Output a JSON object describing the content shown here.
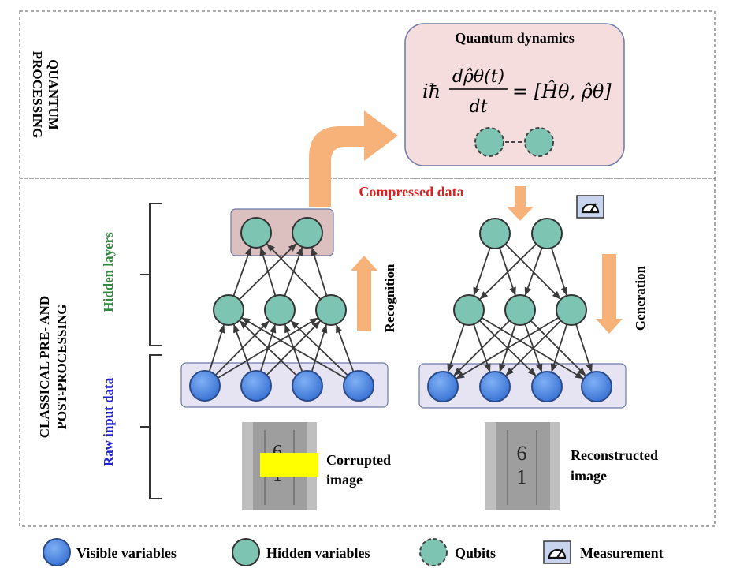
{
  "sections": {
    "quantum_line1": "QUANTUM",
    "quantum_line2": "PROCESSING",
    "classical_line1": "CLASSICAL PRE- AND",
    "classical_line2": "POST-PROCESSING"
  },
  "side_labels": {
    "hidden_layers": "Hidden layers",
    "raw_input": "Raw input data"
  },
  "quantum_box": {
    "title": "Quantum dynamics",
    "lhs_prefix": "iħ",
    "numerator": "dρ̂θ(t)",
    "denominator": "dt",
    "rhs": "= [Ĥθ, ρ̂θ]"
  },
  "labels": {
    "compressed": "Compressed data",
    "recognition": "Recognition",
    "generation": "Generation",
    "corrupted_line1": "Corrupted",
    "corrupted_line2": "image",
    "reconstructed_line1": "Reconstructed",
    "reconstructed_line2": "image",
    "digit_top": "6",
    "digit_bottom": "1"
  },
  "legend": {
    "visible": "Visible variables",
    "hidden": "Hidden variables",
    "qubits": "Qubits",
    "measurement": "Measurement"
  },
  "colors": {
    "visible_fill": "#4a86e0",
    "hidden_fill": "#7dc4b3",
    "arrow_fill": "#f7b27a",
    "quantum_box": "#f6dddd",
    "layer_box": "#e6e3f2",
    "compressed_text": "#e02020",
    "hidden_text": "#2e8b3c",
    "raw_text": "#2020d8"
  },
  "icons": {
    "measurement": "gauge-icon"
  }
}
